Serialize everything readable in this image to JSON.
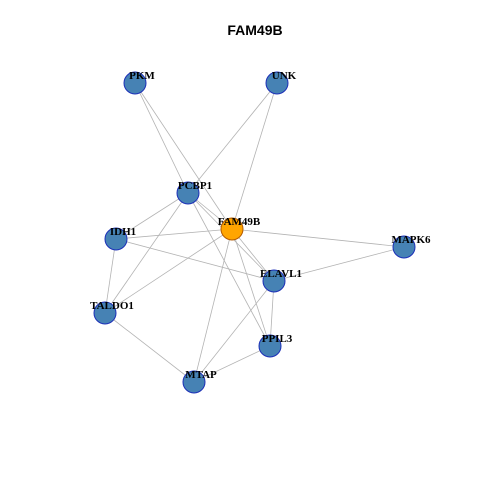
{
  "title": "FAM49B",
  "colors": {
    "node_fill": "#4682b4",
    "node_stroke": "#1c2fb8",
    "focus_fill": "#ffa500",
    "focus_stroke": "#b35a00",
    "edge": "#b3b3b3"
  },
  "focus_node": "FAM49B",
  "nodes": [
    "PKM",
    "UNK",
    "PCBP1",
    "IDH1",
    "FAM49B",
    "MAPK6",
    "ELAVL1",
    "TALDO1",
    "PPIL3",
    "MTAP"
  ],
  "edges": [
    [
      "PKM",
      "PCBP1"
    ],
    [
      "PKM",
      "FAM49B"
    ],
    [
      "UNK",
      "PCBP1"
    ],
    [
      "UNK",
      "FAM49B"
    ],
    [
      "PCBP1",
      "IDH1"
    ],
    [
      "PCBP1",
      "TALDO1"
    ],
    [
      "PCBP1",
      "FAM49B"
    ],
    [
      "PCBP1",
      "ELAVL1"
    ],
    [
      "PCBP1",
      "PPIL3"
    ],
    [
      "IDH1",
      "FAM49B"
    ],
    [
      "IDH1",
      "ELAVL1"
    ],
    [
      "IDH1",
      "TALDO1"
    ],
    [
      "FAM49B",
      "MAPK6"
    ],
    [
      "FAM49B",
      "ELAVL1"
    ],
    [
      "FAM49B",
      "PPIL3"
    ],
    [
      "FAM49B",
      "MTAP"
    ],
    [
      "FAM49B",
      "TALDO1"
    ],
    [
      "ELAVL1",
      "MAPK6"
    ],
    [
      "ELAVL1",
      "PPIL3"
    ],
    [
      "ELAVL1",
      "MTAP"
    ],
    [
      "TALDO1",
      "MTAP"
    ],
    [
      "MTAP",
      "PPIL3"
    ]
  ]
}
